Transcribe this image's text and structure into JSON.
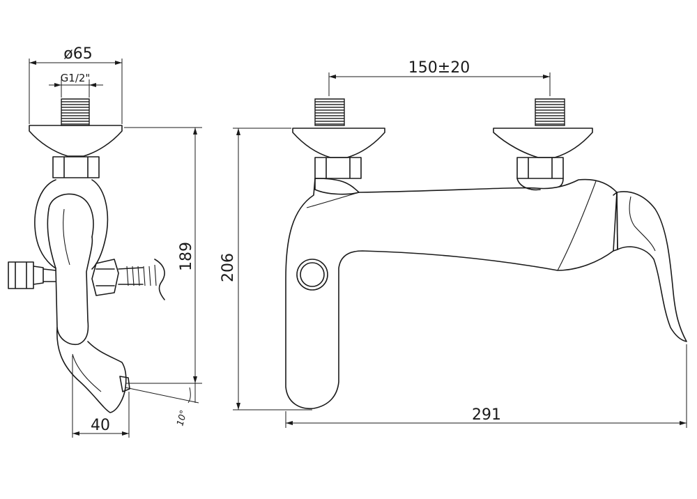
{
  "dimensions": {
    "flange_diameter": "ø65",
    "thread": "G1/2\"",
    "side_height": "189",
    "spout_projection": "40",
    "spout_angle": "10°",
    "front_height": "206",
    "inlet_spacing": "150±20",
    "overall_width": "291"
  },
  "colors": {
    "line": "#1a1a1a",
    "background": "#ffffff"
  }
}
